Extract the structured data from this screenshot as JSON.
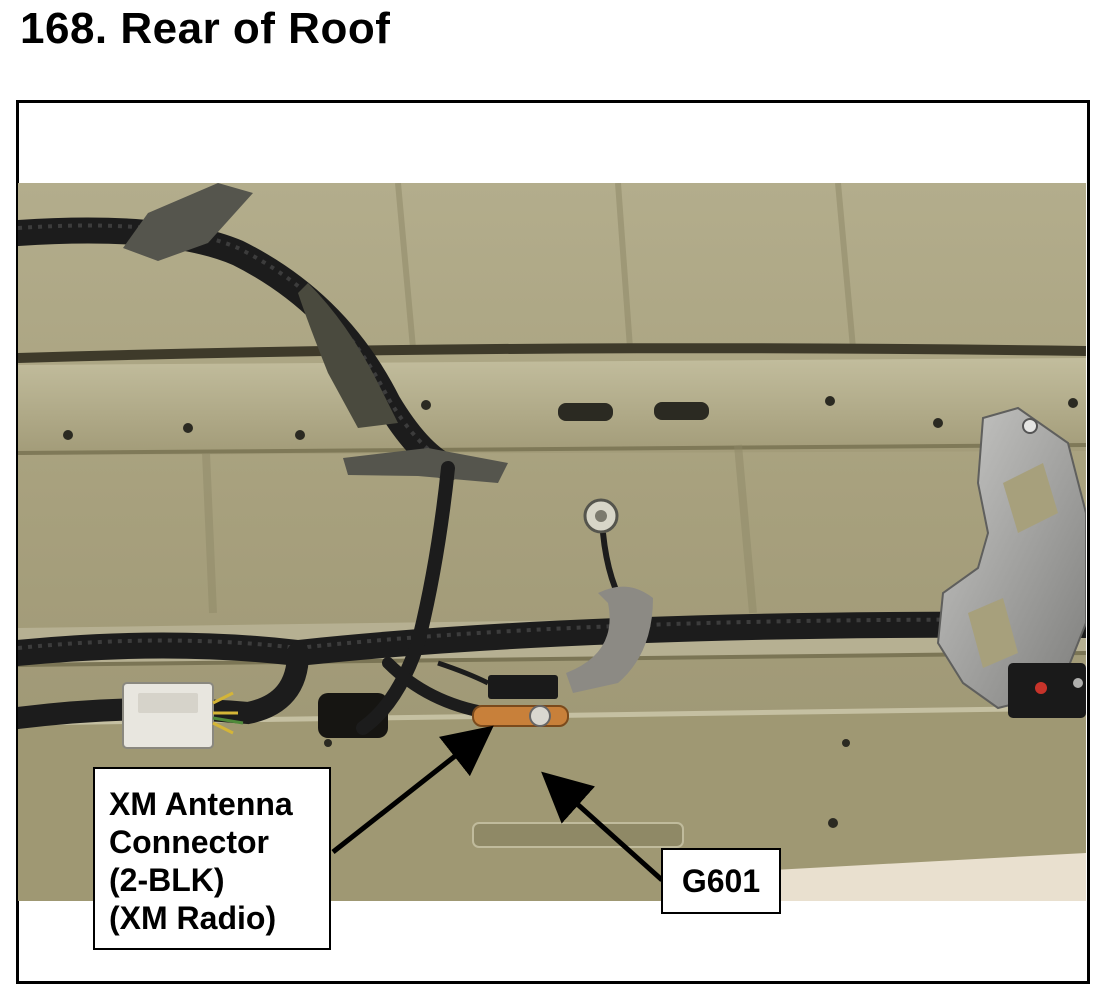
{
  "title": "168.  Rear of Roof",
  "callouts": {
    "xm_antenna": {
      "lines": [
        "XM Antenna",
        "Connector",
        "(2-BLK)",
        "(XM Radio)"
      ]
    },
    "ground": {
      "label": "G601"
    }
  },
  "colors": {
    "panel": "#a7a07c",
    "wire": "#1c1c1c",
    "terminal": "#c8803a",
    "bracket": "#9a9a98"
  }
}
